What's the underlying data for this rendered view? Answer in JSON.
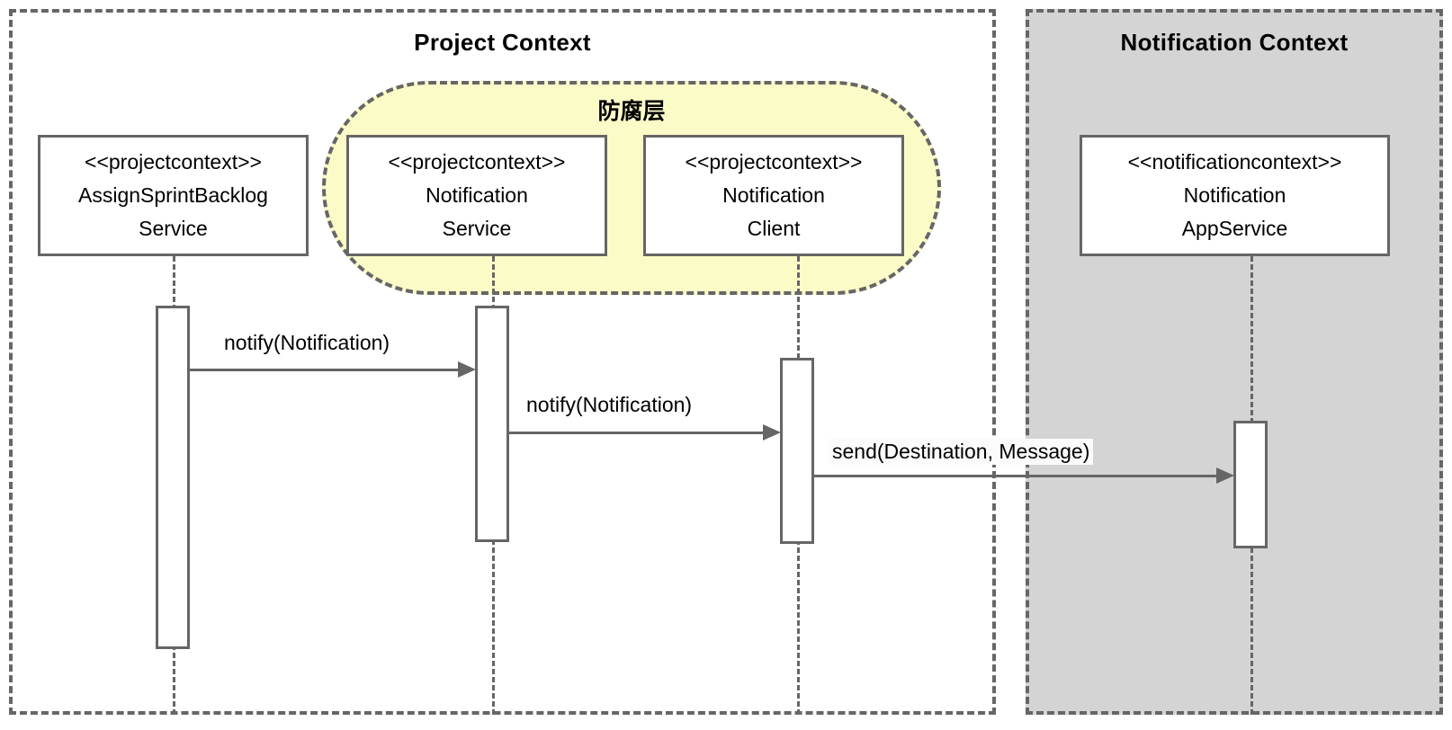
{
  "diagram": {
    "type": "uml-sequence-diagram",
    "title_project_context": "Project Context",
    "title_notification_context": "Notification Context",
    "acl_label": "防腐层"
  },
  "contexts": [
    {
      "id": "project-context",
      "label": "Project Context",
      "fill": "#ffffff",
      "border": "#666666"
    },
    {
      "id": "notification-context",
      "label": "Notification Context",
      "fill": "#d4d4d4",
      "border": "#666666"
    }
  ],
  "acl": {
    "label": "防腐层",
    "fill": "#fbfbc8",
    "border": "#666666",
    "members": [
      "NotificationService",
      "NotificationClient"
    ]
  },
  "participants": [
    {
      "id": "assign-sprint-backlog-service",
      "stereotype": "<<projectcontext>>",
      "name_line1": "AssignSprintBacklog",
      "name_line2": "Service",
      "context": "project-context",
      "in_acl": false
    },
    {
      "id": "notification-service",
      "stereotype": "<<projectcontext>>",
      "name_line1": "Notification",
      "name_line2": "Service",
      "context": "project-context",
      "in_acl": true
    },
    {
      "id": "notification-client",
      "stereotype": "<<projectcontext>>",
      "name_line1": "Notification",
      "name_line2": "Client",
      "context": "project-context",
      "in_acl": true
    },
    {
      "id": "notification-app-service",
      "stereotype": "<<notificationcontext>>",
      "name_line1": "Notification",
      "name_line2": "AppService",
      "context": "notification-context",
      "in_acl": false
    }
  ],
  "messages": [
    {
      "id": "msg-1",
      "label": "notify(Notification)",
      "from": "assign-sprint-backlog-service",
      "to": "notification-service",
      "order": 1
    },
    {
      "id": "msg-2",
      "label": "notify(Notification)",
      "from": "notification-service",
      "to": "notification-client",
      "order": 2
    },
    {
      "id": "msg-3",
      "label": "send(Destination, Message)",
      "from": "notification-client",
      "to": "notification-app-service",
      "order": 3
    }
  ],
  "colors": {
    "stroke": "#666666",
    "acl_fill": "#fbfbc8",
    "context_shade": "#d4d4d4",
    "box_fill": "#ffffff",
    "text": "#000000"
  }
}
